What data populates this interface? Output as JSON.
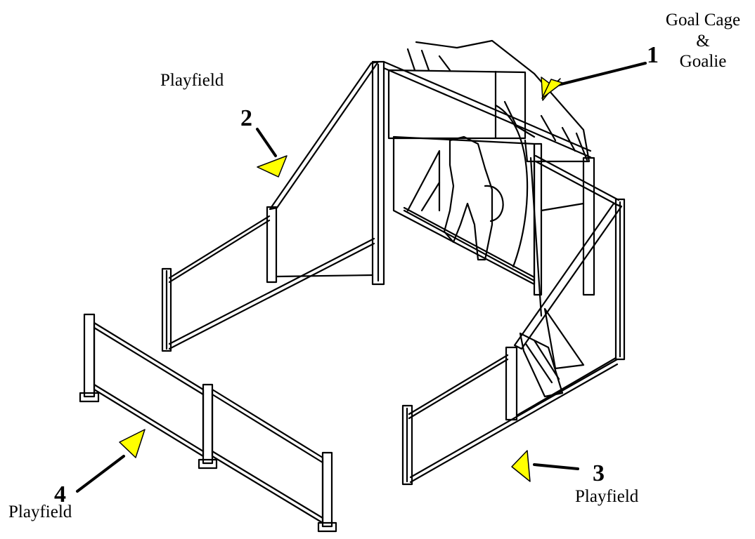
{
  "labels": {
    "goal_line1": "Goal Cage",
    "goal_line2": "&",
    "goal_line3": "Goalie",
    "playfield_top": "Playfield",
    "playfield_right": "Playfield",
    "playfield_bottom_left": "Playfield",
    "num1": "1",
    "num2": "2",
    "num3": "3",
    "num4": "4"
  },
  "colors": {
    "marker": "#ffff00",
    "line": "#000000",
    "background": "#ffffff"
  }
}
